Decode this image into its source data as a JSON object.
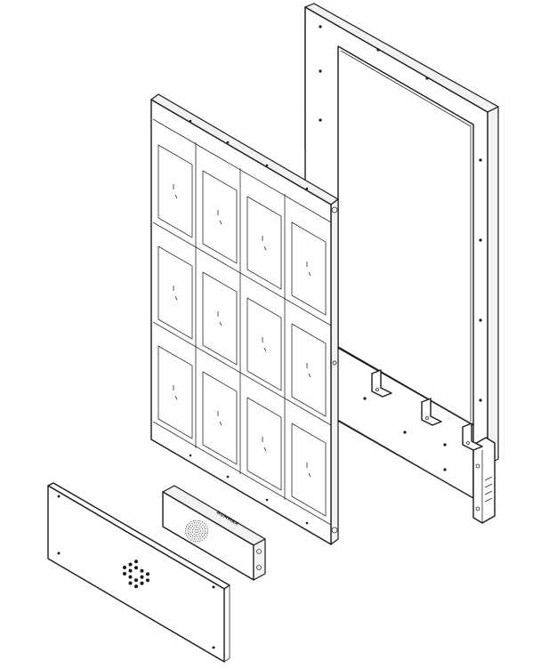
{
  "colors": {
    "line": "#1a1a1a",
    "background": "#ffffff"
  },
  "speaker_module": {
    "brand_label": "HUMMAX"
  },
  "components": {
    "rear_frame": "rear-frame",
    "led_cabinet": "led-cabinet",
    "speaker_module": "speaker-module",
    "front_panel": "front-panel"
  }
}
